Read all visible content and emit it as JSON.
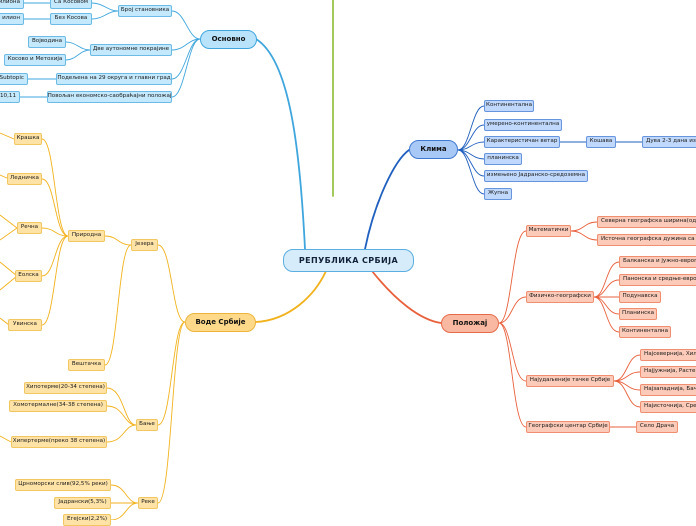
{
  "root": "РЕПУБЛИКА СРБИЈА",
  "osnovno": {
    "label": "Основно",
    "broj_stanovnika": "Број становника",
    "sa_kosovom": "Са Косовом",
    "bez_kosova": "Без Косова",
    "cut1": "илиона",
    "cut2": "илион",
    "autonomne": "Две аутономне покрајине",
    "vojvodina": "Војводина",
    "kosovo_metohija": "Косово и Метохија",
    "podeljena": "Подељена на 29 округа и главни град",
    "subtopic": "Subtopic",
    "povoljan": "Повољан економско-саобраћајни положај",
    "cut3": "10,11"
  },
  "klima": {
    "label": "Клима",
    "items": [
      "Континентална",
      "умерено-континентална",
      "Карактеристичан ветар",
      "планинска",
      "измењено Јадранско-средоземна",
      "Жупна"
    ],
    "koshava": "Кошава",
    "duva": "Дува 2-3 дана из"
  },
  "polozhaj": {
    "label": "Положај",
    "matematicki": "Математички",
    "mat_items": [
      "Северна географска ширина(од",
      "Источна географска дужина са п"
    ],
    "fizicko": "Физичко-географски",
    "fiz_items": [
      "Балканска и јужно-европ",
      "Панонска и средње-евро",
      "Подунавска",
      "Планинска",
      "Континентална"
    ],
    "najudaljenije": "Најудаљеније тачке Србије",
    "naj_items": [
      "Најсевернија, Хил",
      "Најјужнија, Расте",
      "Најзападнија, Бач",
      "Најисточнија, Сре"
    ],
    "centar": "Географски центар Србије",
    "selo": "Село Драча"
  },
  "vode": {
    "label": "Воде Србије",
    "jezera": "Језера",
    "prirodna": "Природна",
    "prirodna_items": [
      "Крашка",
      "Ледничка",
      "Речна",
      "Еолска",
      "Увинска"
    ],
    "veshtachka": "Вештачка",
    "banje": "Бање",
    "banje_items": [
      "Хипотерме(20-34 степена)",
      "Хомотермалне(34-38 степена)",
      "Хипертерме(преко 38 степена)"
    ],
    "reke": "Реке",
    "reke_items": [
      "Црноморски слив(92,5% реки)",
      "Јадрански(5,3%)",
      "Егејски(2,2%)"
    ]
  },
  "colors": {
    "blue": "#3fa6dd",
    "blue2": "#1f5fbf",
    "orange": "#f2b21c",
    "red": "#e9603c",
    "green": "#99c24a"
  }
}
